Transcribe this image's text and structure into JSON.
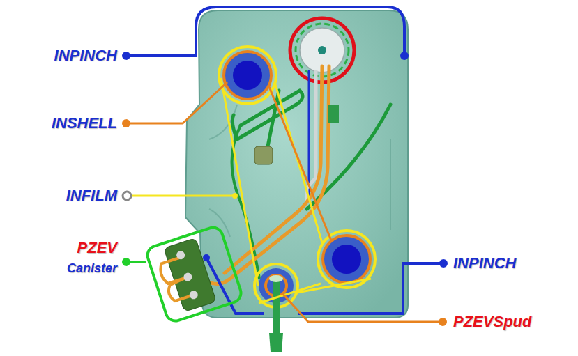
{
  "diagram": {
    "labels": [
      "INPINCH",
      "INSHELL",
      "INFILM",
      "PZEV",
      "Canister",
      "INPINCH",
      "PZEVSpud"
    ]
  }
}
